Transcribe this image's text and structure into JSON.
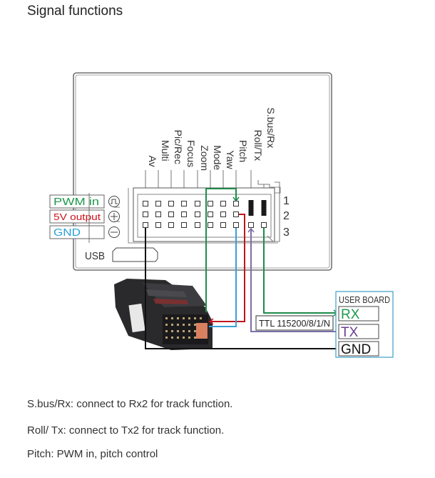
{
  "title": "Signal functions",
  "pin_labels": [
    "Av",
    "Multi",
    "Pic/Rec",
    "Focus",
    "Zoom",
    "Mode",
    "Yaw",
    "Pitch",
    "Roll/Tx",
    "S.bus/Rx"
  ],
  "row_numbers": [
    "1",
    "2",
    "3"
  ],
  "legend": [
    {
      "label": "PWM in",
      "color": "#1e9a4c",
      "icon": "pulse-icon"
    },
    {
      "label": "5V output",
      "color": "#d0111b",
      "icon": "plus-icon"
    },
    {
      "label": "GND",
      "color": "#2aa0d8",
      "icon": "minus-icon"
    }
  ],
  "usb_label": "USB",
  "ttl_label": "TTL 115200/8/1/N",
  "user_board": {
    "title": "USER BOARD",
    "pins": [
      {
        "label": "RX",
        "color": "#1e9a4c"
      },
      {
        "label": "TX",
        "color": "#6a3d8f"
      },
      {
        "label": "GND",
        "color": "#111111"
      }
    ]
  },
  "wire_colors": {
    "green": "#1e8c4a",
    "red": "#c0151c",
    "blue": "#3a9fd8",
    "purple": "#7b6fa8",
    "black": "#111111"
  },
  "notes": [
    "S.bus/Rx: connect to Rx2 for track function.",
    "Roll/ Tx: connect to Tx2 for track function.",
    "Pitch: PWM in, pitch control"
  ]
}
